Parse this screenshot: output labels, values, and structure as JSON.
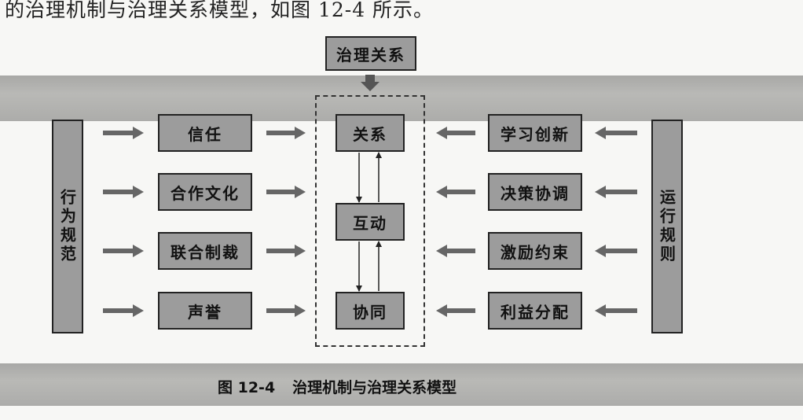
{
  "header_text": "的治理机制与治理关系模型，如图 12-4 所示。",
  "top_node": "治理关系",
  "left_bar": "行为规范",
  "right_bar": "运行规则",
  "left_nodes": [
    "信任",
    "合作文化",
    "联合制裁",
    "声誉"
  ],
  "center_nodes": [
    "关系",
    "互动",
    "协同"
  ],
  "right_nodes": [
    "学习创新",
    "决策协调",
    "激励约束",
    "利益分配"
  ],
  "caption": {
    "number": "图 12-4",
    "title": "治理机制与治理关系模型"
  },
  "colors": {
    "box_fill": "#9c9c9c",
    "box_border": "#222222",
    "band": "#b4b4b2"
  }
}
